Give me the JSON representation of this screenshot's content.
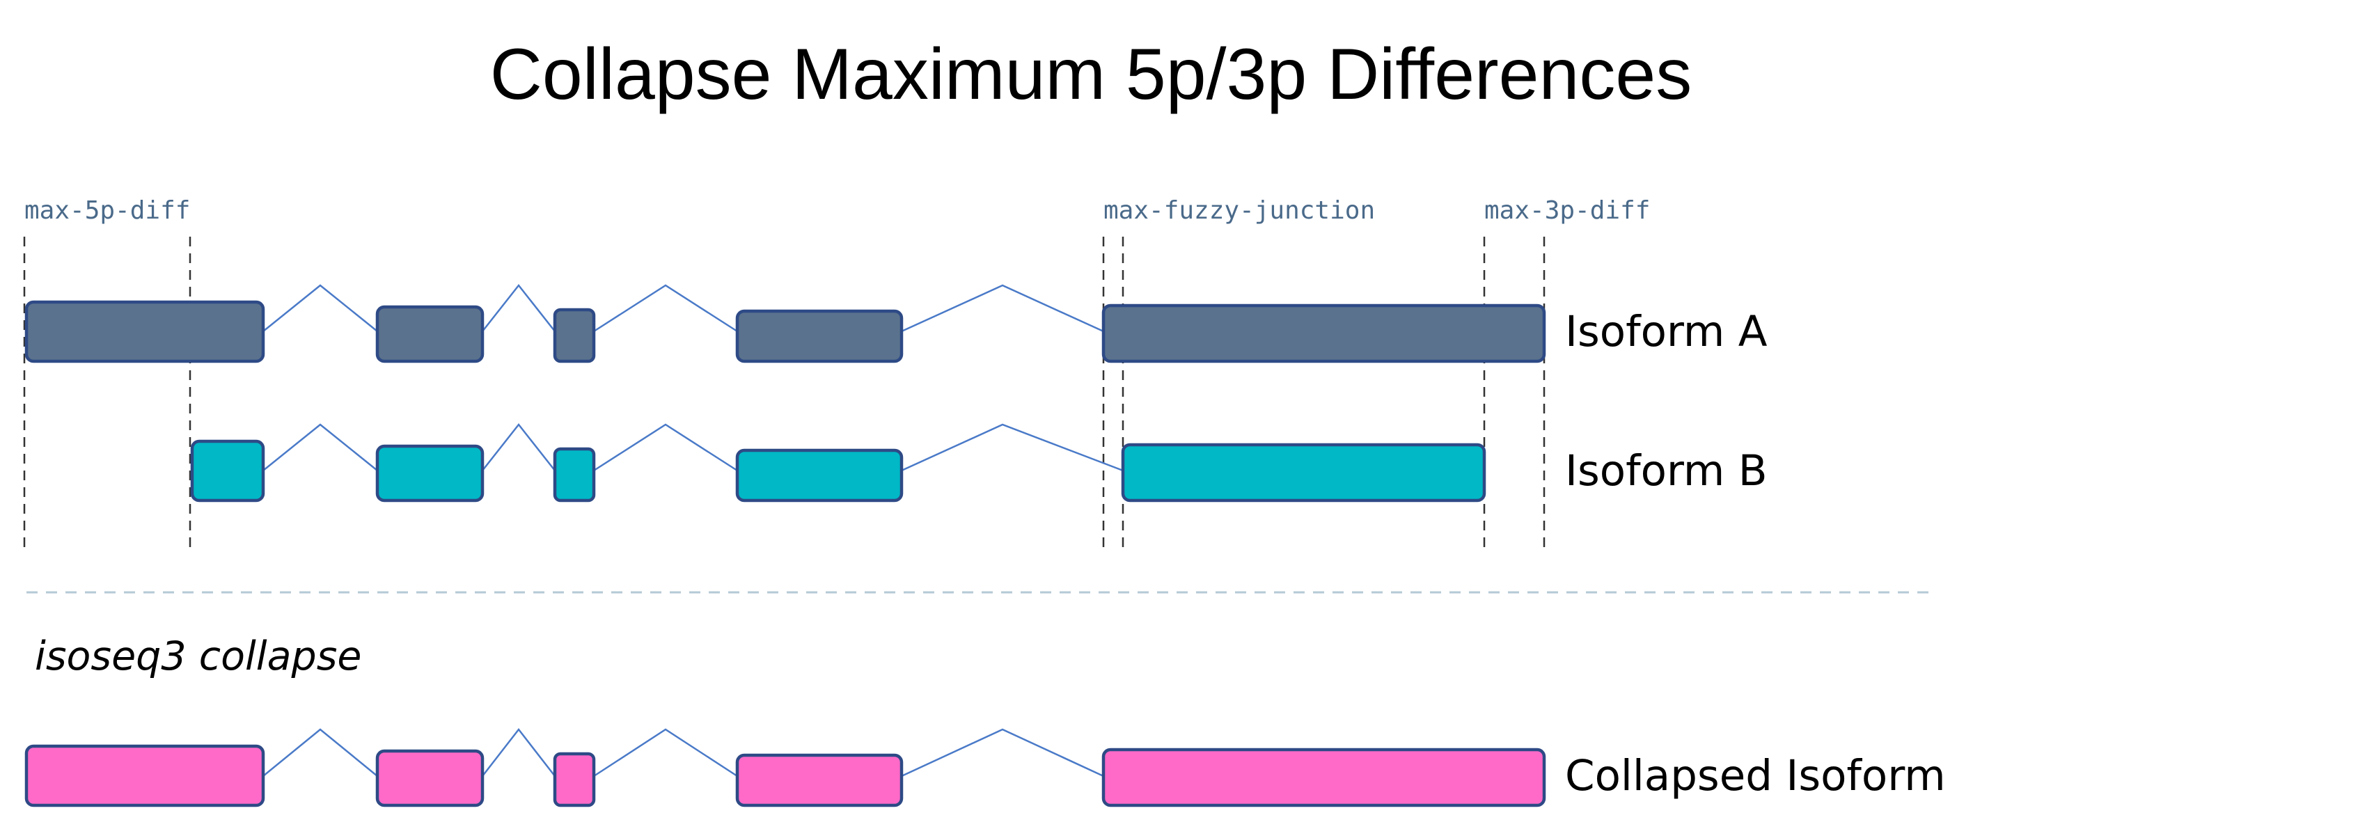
{
  "title": "Collapse Maximum 5p/3p Differences",
  "parameters": {
    "max_5p_diff": "max-5p-diff",
    "max_fuzzy_junction": "max-fuzzy-junction",
    "max_3p_diff": "max-3p-diff"
  },
  "isoforms": {
    "a": {
      "label": "Isoform A",
      "color": "#5a728d"
    },
    "b": {
      "label": "Isoform B",
      "color": "#00b8c6"
    },
    "collapsed": {
      "label": "Collapsed Isoform",
      "color": "#ff6ac8"
    }
  },
  "section_label": "isoseq3 collapse",
  "colors": {
    "exon_outline": "#2e4a86",
    "intron_line": "#4a7ac8",
    "parameter_text": "#4a6a8a",
    "separator": "#b5cad6"
  }
}
